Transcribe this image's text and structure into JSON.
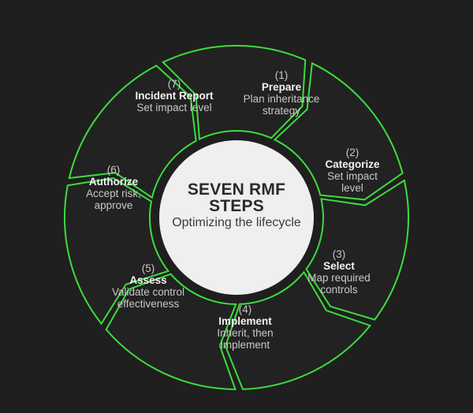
{
  "diagram": {
    "type": "cycle",
    "center": {
      "title": "SEVEN RMF STEPS",
      "subtitle": "Optimizing the lifecycle"
    },
    "colors": {
      "background": "#1f1f1f",
      "segment_fill": "#222222",
      "segment_stroke": "#3ddc3d",
      "hub_fill": "#efefef",
      "center_text": "#2a2a2a",
      "label_title": "#f2f2f2",
      "label_text": "#c8c8c8"
    },
    "steps": [
      {
        "number": "(1)",
        "title": "Prepare",
        "description": "Plan inheritance strategy"
      },
      {
        "number": "(2)",
        "title": "Categorize",
        "description": "Set impact level"
      },
      {
        "number": "(3)",
        "title": "Select",
        "description": "Map required controls"
      },
      {
        "number": "(4)",
        "title": "Implement",
        "description": "Inherit, then implement"
      },
      {
        "number": "(5)",
        "title": "Assess",
        "description": "Validate control effectiveness"
      },
      {
        "number": "(6)",
        "title": "Authorize",
        "description": "Accept risk, approve"
      },
      {
        "number": "(7)",
        "title": "Incident Report",
        "description": "Set impact level"
      }
    ]
  }
}
